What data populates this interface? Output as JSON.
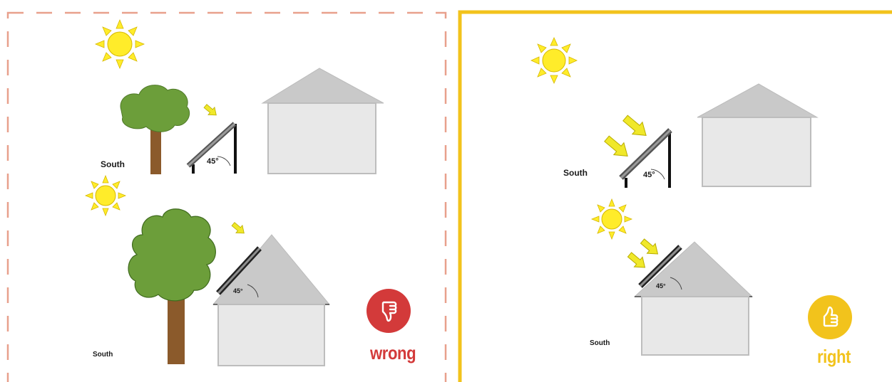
{
  "colors": {
    "wrong_accent": "#d33a3a",
    "right_accent": "#f2c31c",
    "wrong_frame": "#e8a08c",
    "right_frame": "#f2c31c",
    "sun": "#ffec2a",
    "tree_foliage": "#6c9e3a",
    "trunk": "#8b5a2b",
    "house": "#e5e5e5",
    "roof": "#c9c9c9",
    "panel": "#6f6f6f"
  },
  "wrong_panel": {
    "south_top": "South",
    "south_bottom": "South",
    "angle_top": "45°",
    "angle_bottom": "45°",
    "verdict": "wrong",
    "badge_icon": "thumbs-down-icon"
  },
  "right_panel": {
    "south_top": "South",
    "south_bottom": "South",
    "angle_top": "45°",
    "angle_bottom": "45°",
    "verdict": "right",
    "badge_icon": "thumbs-up-icon"
  }
}
